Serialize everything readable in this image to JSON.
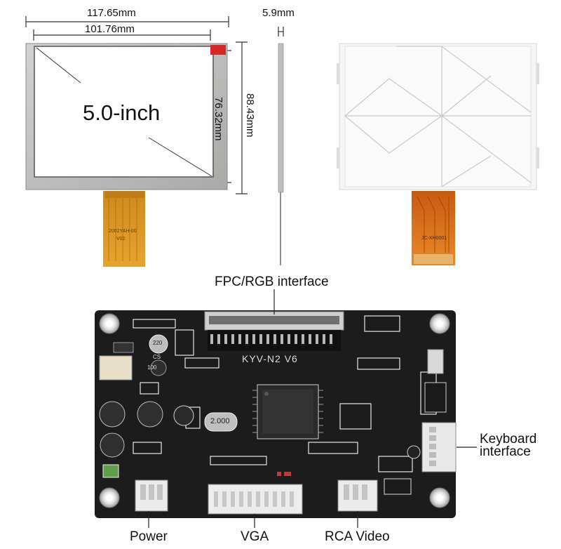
{
  "dimensions": {
    "outer_width": "117.65mm",
    "active_width": "101.76mm",
    "thickness": "5.9mm",
    "active_height": "76.32mm",
    "outer_height": "88.43mm"
  },
  "screen_label": "5.0-inch",
  "fpc_front_text": [
    "2002YAH-00",
    "V02"
  ],
  "fpc_back_text": "JC-XH0001",
  "board": {
    "silk_model": "KYV-N2 V6",
    "part_labels": [
      "220",
      "100",
      "2.000",
      "CS"
    ]
  },
  "callouts": {
    "fpc_rgb": "FPC/RGB interface",
    "keyboard": "Keyboard interface",
    "power": "Power",
    "vga": "VGA",
    "rca": "RCA Video"
  }
}
